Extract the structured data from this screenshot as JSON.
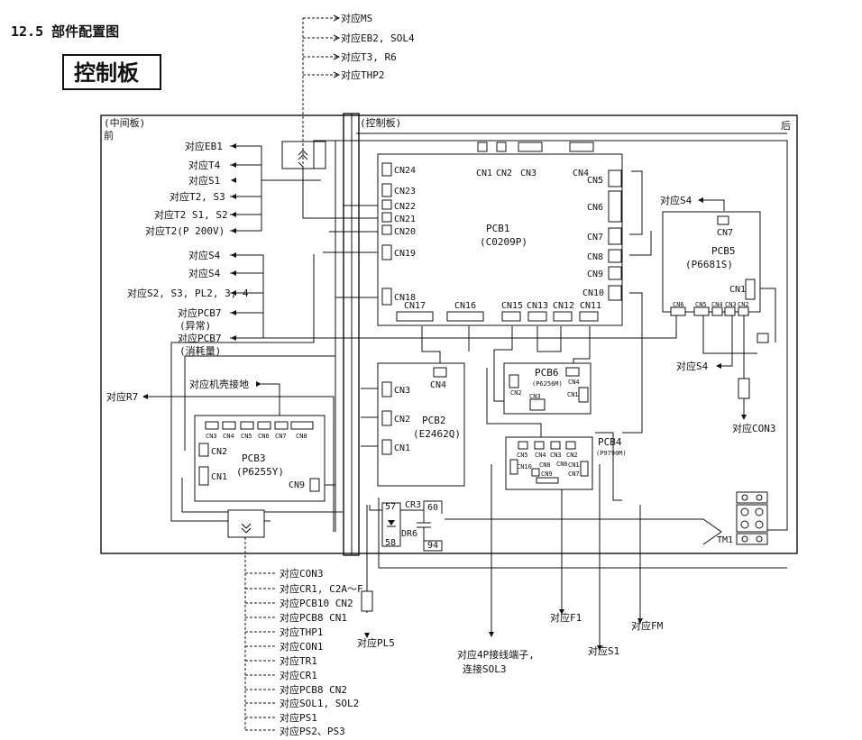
{
  "header": {
    "title": "12.5 部件配置图",
    "board_title": "控制板"
  },
  "regions": {
    "middle": "(中间板)",
    "front": "前",
    "control": "(控制板)",
    "rear": "后"
  },
  "pcbs": {
    "pcb1": {
      "name": "PCB1",
      "part": "(C0209P)"
    },
    "pcb2": {
      "name": "PCB2",
      "part": "(E2462Q)"
    },
    "pcb3": {
      "name": "PCB3",
      "part": "(P6255Y)"
    },
    "pcb4": {
      "name": "PCB4",
      "part": "(P9790M)"
    },
    "pcb5": {
      "name": "PCB5",
      "part": "(P6681S)"
    },
    "pcb6": {
      "name": "PCB6",
      "part": "(P6256M)"
    }
  },
  "connectors": {
    "pcb1": [
      "CN1",
      "CN2",
      "CN3",
      "CN4",
      "CN5",
      "CN6",
      "CN7",
      "CN8",
      "CN9",
      "CN10",
      "CN11",
      "CN12",
      "CN13",
      "CN15",
      "CN16",
      "CN17",
      "CN18",
      "CN19",
      "CN20",
      "CN21",
      "CN22",
      "CN23",
      "CN24"
    ],
    "pcb2": [
      "CN1",
      "CN2",
      "CN3",
      "CN4"
    ],
    "pcb3": [
      "CN1",
      "CN2",
      "CN3",
      "CN4",
      "CN5",
      "CN6",
      "CN7",
      "CN8",
      "CN9"
    ],
    "pcb4": [
      "CN1",
      "CN2",
      "CN3",
      "CN4",
      "CN5",
      "CN6",
      "CN7",
      "CN8",
      "CN9",
      "CN10"
    ],
    "pcb5": [
      "CN1",
      "CN2",
      "CN3",
      "CN4",
      "CN5",
      "CN6",
      "CN7"
    ],
    "pcb6": [
      "CN1",
      "CN2",
      "CN3",
      "CN4"
    ]
  },
  "top_labels": [
    "对应MS",
    "对应EB2, SOL4",
    "对应T3, R6",
    "对应THP2"
  ],
  "left_labels": {
    "group1": [
      "对应EB1",
      "对应T4",
      "对应S1",
      "对应T2, S3",
      "对应T2 S1, S2",
      "对应T2(P 200V)"
    ],
    "group2": [
      "对应S4",
      "对应S4",
      "对应S2, S3, PL2, 3, 4",
      "对应PCB7",
      "(异常)",
      "对应PCB7",
      "(消耗量)"
    ],
    "chassis": "对应机壳接地",
    "r7": "对应R7"
  },
  "right_labels": {
    "s4_top": "对应S4",
    "s4_mid": "对应S4",
    "con3": "对应CON3"
  },
  "bottom_labels": {
    "list": [
      "对应CON3",
      "对应CR1, C2A～F",
      "对应PCB10 CN2",
      "对应PCB8 CN1",
      "对应THP1",
      "对应CON1",
      "对应TR1",
      "对应CR1",
      "对应PCB8 CN2",
      "对应SOL1, SOL2",
      "对应PS1",
      "对应PS2、PS3"
    ],
    "pl5": "对应PL5",
    "f1": "对应F1",
    "fm": "对应FM",
    "s1": "对应S1",
    "terminal_line1": "对应4P接线端子,",
    "terminal_line2": "连接SOL3"
  },
  "components": {
    "cr3": "CR3",
    "dr6": "DR6",
    "tm1": "TM1",
    "t57": "57",
    "t58": "58",
    "t60": "60",
    "t94": "94"
  },
  "icons": [
    "up-arrow-connector-icon",
    "down-arrow-connector-icon",
    "diode-icon",
    "capacitor-icon",
    "terminal-block-icon",
    "plug-icon"
  ]
}
